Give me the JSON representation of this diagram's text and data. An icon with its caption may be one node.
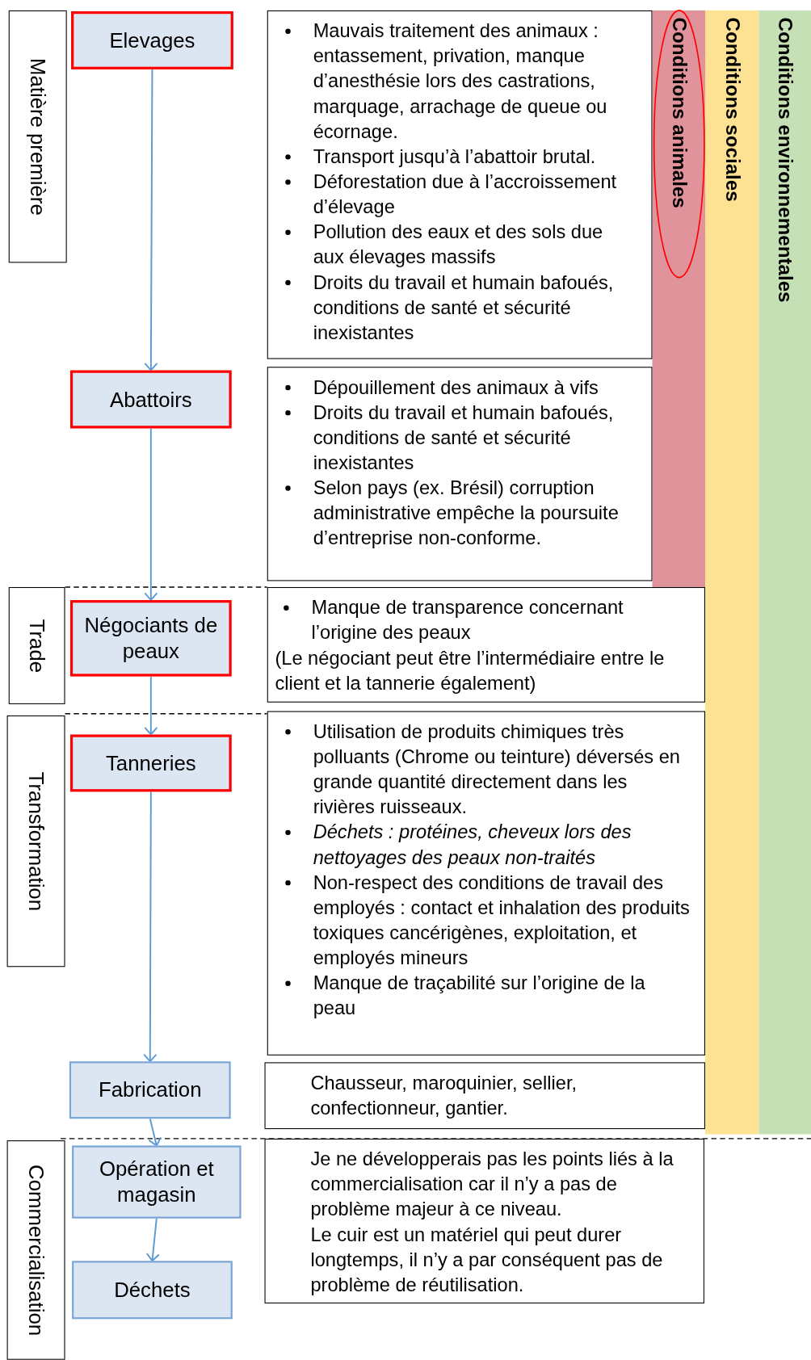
{
  "diagram": {
    "nodes": [
      {
        "text": [
          "Matière première"
        ]
      },
      {
        "text": [
          "Elevages"
        ]
      },
      {
        "text": [
          "Abattoirs"
        ]
      },
      {
        "text": [
          "Trade"
        ]
      },
      {
        "text": [
          "Négociants de peaux"
        ]
      },
      {
        "text": [
          "Transformation"
        ]
      },
      {
        "text": [
          "Tanneries"
        ]
      },
      {
        "text": [
          "Fabrication"
        ]
      },
      {
        "text": [
          "Commercialisation"
        ]
      },
      {
        "text": [
          "Opération et magasin"
        ]
      },
      {
        "text": [
          "Déchets"
        ]
      },
      {
        "text": [
          "Mauvais traitement des animaux : entassement, privation, manque d’anesthésie lors des castrations, marquage, arrachage de queue ou écornage.",
          "Transport jusqu’à l’abattoir brutal.",
          "Déforestation due à l’accroissement d’élevage",
          "Pollution des eaux et des sols due aux élevages massifs",
          "Droits du travail et humain bafoués, conditions de santé et sécurité inexistantes"
        ]
      },
      {
        "text": [
          "Dépouillement des animaux à vifs",
          "Droits du travail et humain bafoués, conditions de santé et sécurité inexistantes",
          "Selon pays (ex. Brésil) corruption administrative empêche la poursuite d’entreprise non-conforme."
        ]
      },
      {
        "text": [
          "Manque de transparence concernant l’origine des peaux",
          "(Le négociant peut être l’intermédiaire entre le client et la tannerie également)"
        ]
      },
      {
        "text": [
          "Utilisation de produits chimiques très polluants (Chrome ou teinture) déversés en grande quantité directement dans les rivières ruisseaux.",
          "Déchets : protéines, cheveux lors des nettoyages des peaux non-traités",
          "Non-respect des conditions de travail des employés : contact et inhalation des produits toxiques cancérigènes, exploitation, et employés mineurs",
          "Manque de traçabilité sur l’origine de la peau"
        ]
      },
      {
        "text": [
          "Chausseur, maroquinier, sellier, confectionneur, gantier."
        ]
      },
      {
        "text": [
          "Je ne développerais pas les points liés à la commercialisation car il n’y a pas de problème majeur à ce niveau.",
          "Le cuir est un matériel qui peut durer longtemps, il n’y a par conséquent pas de problème de réutilisation."
        ]
      },
      {
        "text": [
          "Conditions animales"
        ]
      },
      {
        "text": [
          "Conditions sociales"
        ]
      },
      {
        "text": [
          "Conditions environnementales"
        ]
      }
    ],
    "edges": [
      {
        "from": 1,
        "to": 2,
        "arrow": "to"
      },
      {
        "from": 2,
        "to": 4,
        "arrow": "to"
      },
      {
        "from": 4,
        "to": 6,
        "arrow": "to"
      },
      {
        "from": 6,
        "to": 7,
        "arrow": "to"
      },
      {
        "from": 7,
        "to": 9,
        "arrow": "to"
      },
      {
        "from": 9,
        "to": 10,
        "arrow": "to"
      }
    ]
  }
}
